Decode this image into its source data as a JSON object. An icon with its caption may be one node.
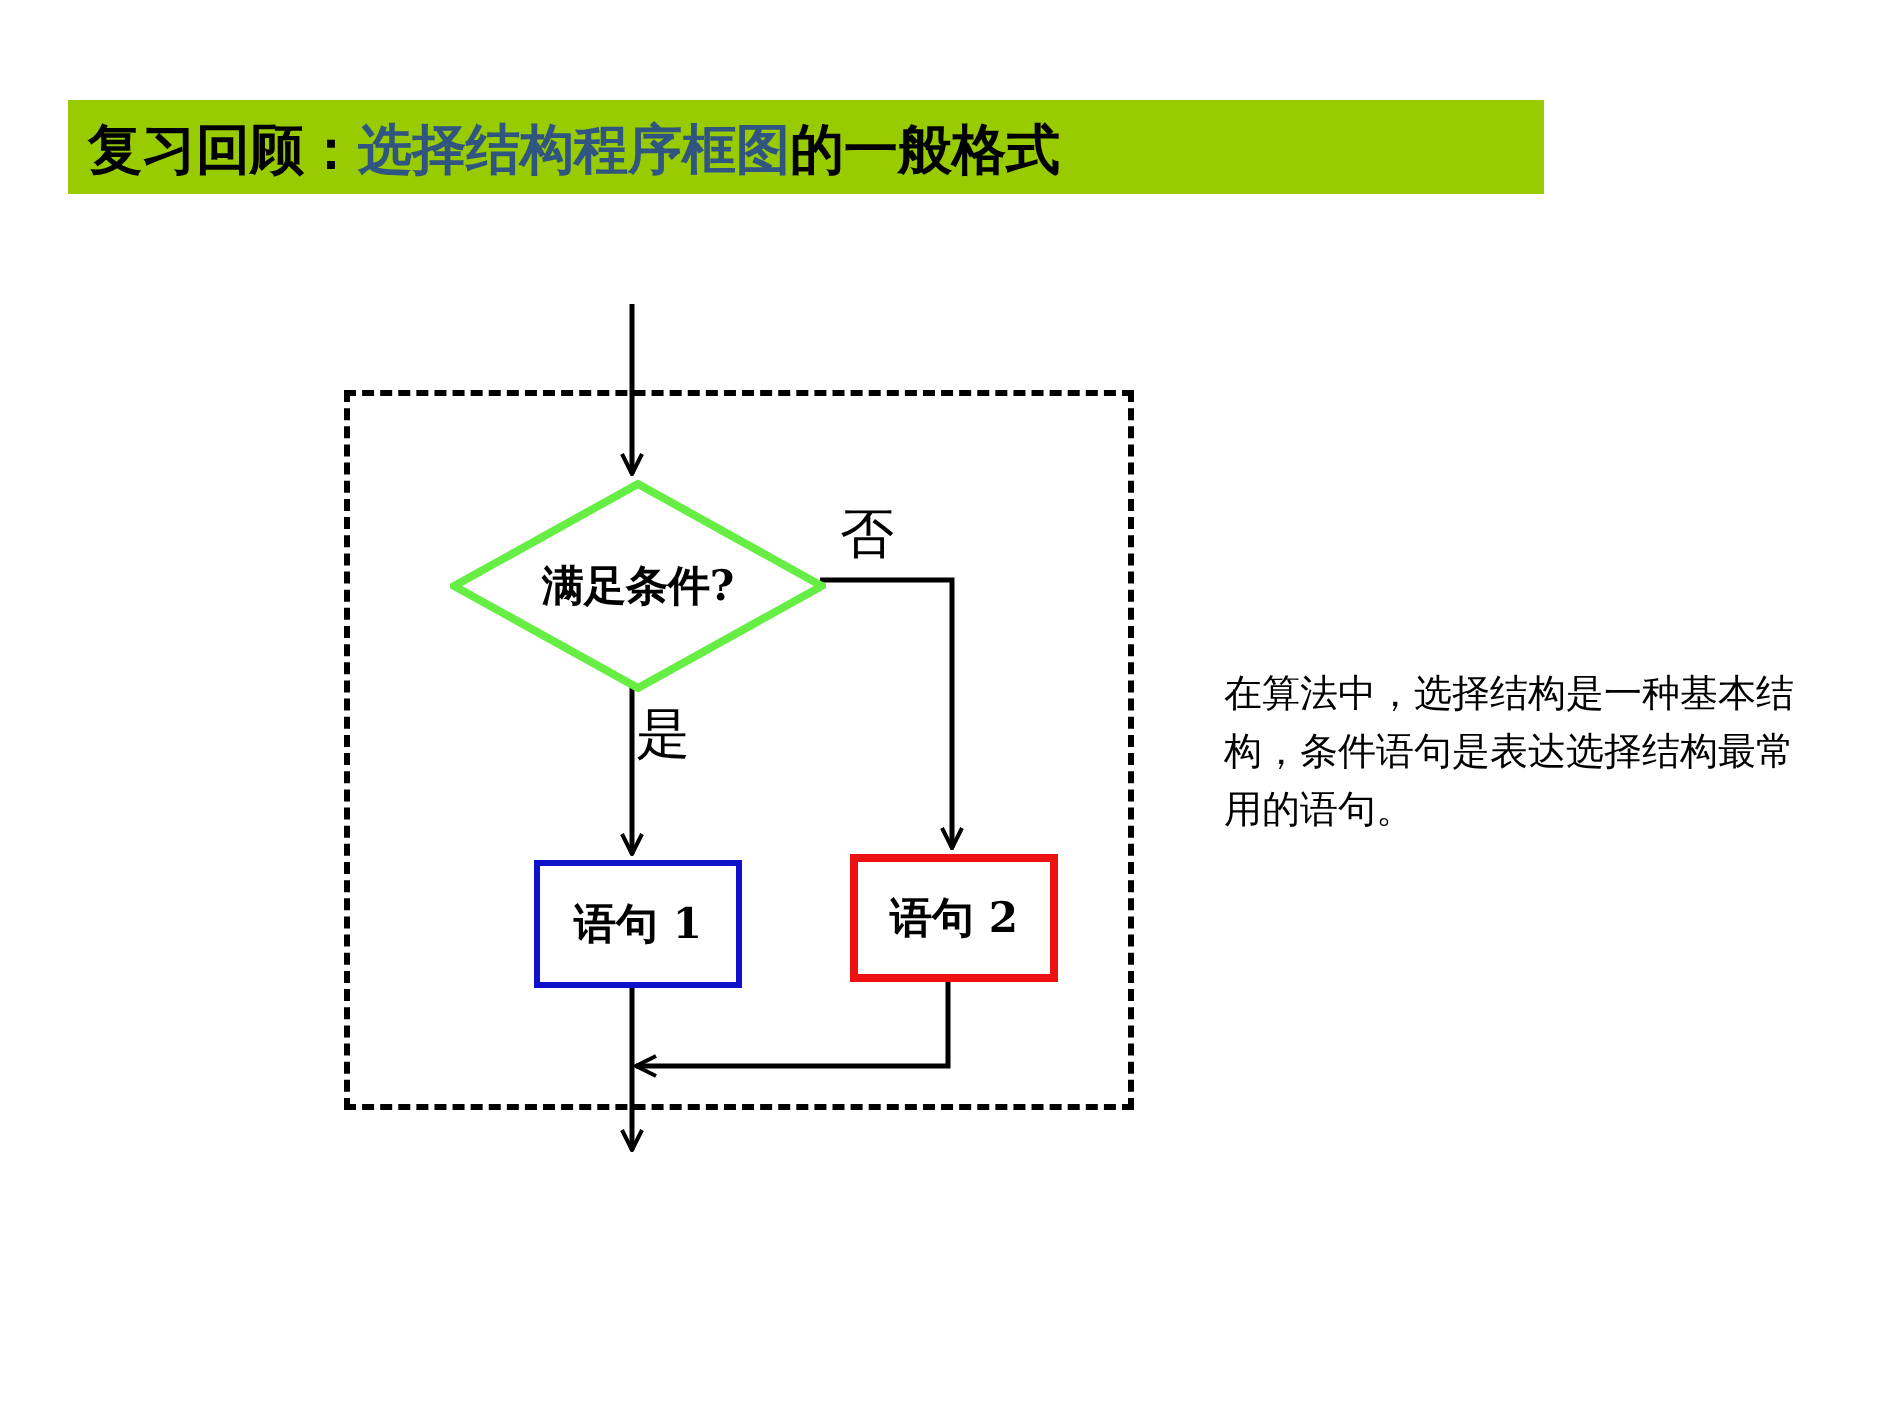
{
  "diagram": {
    "title": "复习回顾：**选择结构程序框图**的一般格式",
    "nodes": [
      {
        "text": [],
        "shape": "box"
      },
      {
        "text": [
          "满足条件?"
        ],
        "in": 0
      },
      {
        "text": [
          "语句 1"
        ],
        "in": 0
      },
      {
        "text": [
          "语句 2"
        ],
        "in": 0
      }
    ],
    "edges": [
      {
        "from": null,
        "to": 1,
        "arrow": "to"
      },
      {
        "from": 1,
        "to": 2,
        "arrow": "to",
        "label": "是"
      },
      {
        "from": 1,
        "to": 3,
        "arrow": "to",
        "label": "否"
      },
      {
        "from": 2,
        "to": null,
        "arrow": "to"
      },
      {
        "from": 3,
        "to": null,
        "arrow": "to"
      }
    ],
    "labels": [
      "在算法中，选择结构是一种基本结构，条件语句是表达选择结构最常用的语句。"
    ]
  }
}
